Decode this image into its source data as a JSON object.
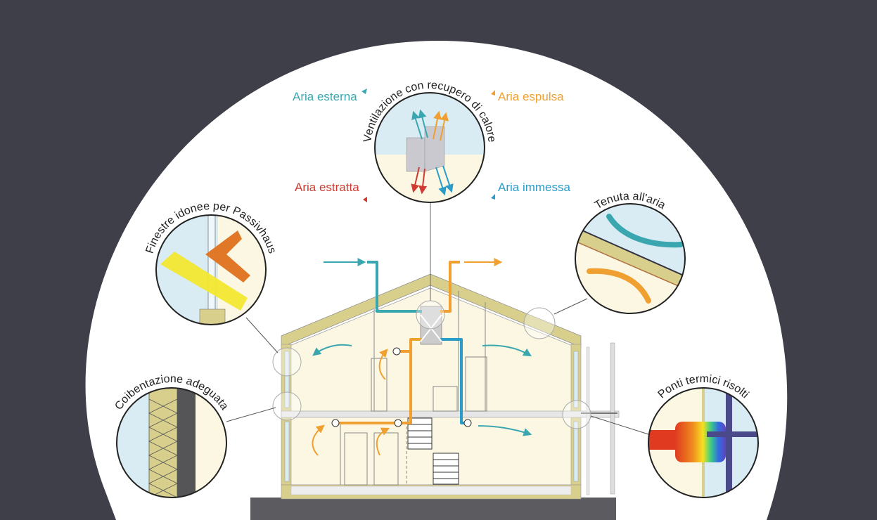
{
  "labels": {
    "ventilation": "Ventilazione con recupero di calore",
    "windows": "Finestre idonee per Passivhaus",
    "airtightness": "Tenuta all'aria",
    "insulation": "Coibentazione adeguata",
    "thermal_bridges": "Ponti termici risolti"
  },
  "legend": {
    "outdoor": "Aria esterna",
    "exhaust": "Aria espulsa",
    "extract": "Aria estratta",
    "supply": "Aria immessa"
  },
  "colors": {
    "background": "#3f3f49",
    "dome": "#ffffff",
    "outdoor": "#3aa7b0",
    "exhaust": "#f0a030",
    "extract": "#d03a30",
    "supply": "#2a9cc8",
    "insulation": "#d8cf8c",
    "interior": "#fbf7e3",
    "sky": "#d9ecf3"
  }
}
